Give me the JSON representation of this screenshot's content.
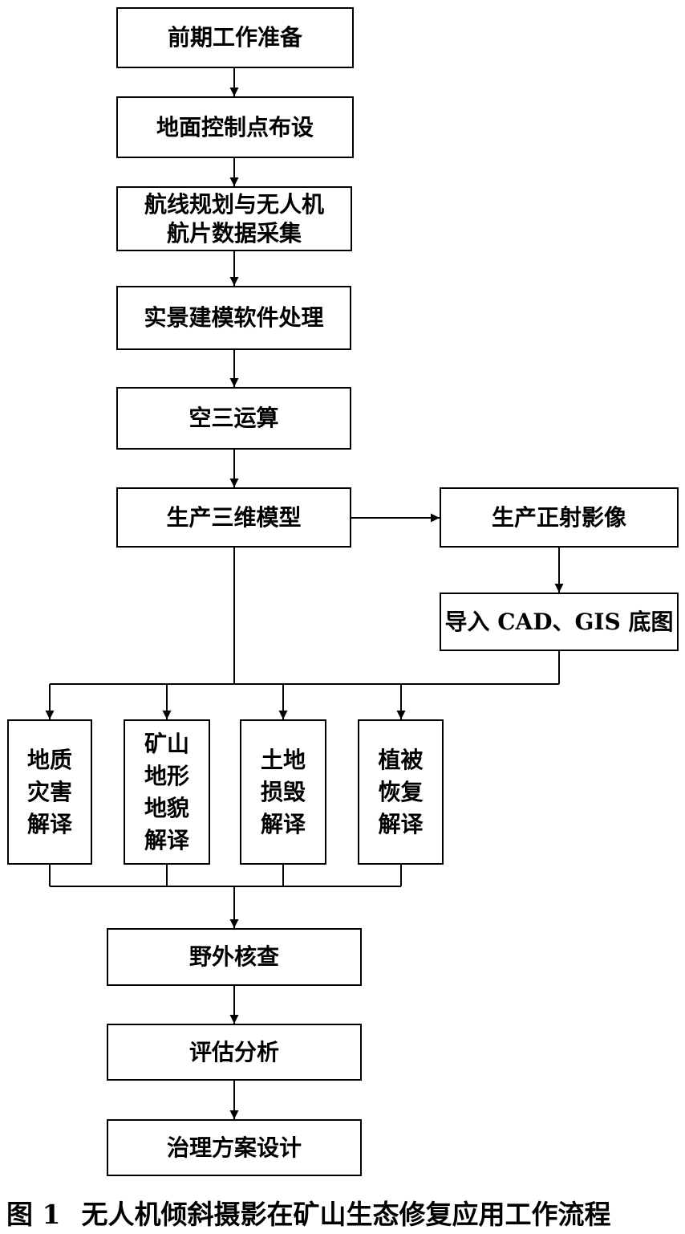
{
  "steps": {
    "prep": "前期工作准备",
    "control": "地面控制点布设",
    "flight_line1": "航线规划与无人机",
    "flight_line2": "航片数据采集",
    "modeling": "实景建模软件处理",
    "aerial": "空三运算",
    "model3d": "生产三维模型",
    "ortho": "生产正射影像",
    "import": "导入 CAD、GIS 底图",
    "field": "野外核查",
    "eval": "评估分析",
    "plan": "治理方案设计"
  },
  "interpretations": [
    {
      "lines": [
        "地质",
        "灾害",
        "解译"
      ]
    },
    {
      "lines": [
        "矿山",
        "地形",
        "地貌",
        "解译"
      ]
    },
    {
      "lines": [
        "土地",
        "损毁",
        "解译"
      ]
    },
    {
      "lines": [
        "植被",
        "恢复",
        "解译"
      ]
    }
  ],
  "caption": {
    "label": "图 1",
    "title": "无人机倾斜摄影在矿山生态修复应用工作流程"
  }
}
